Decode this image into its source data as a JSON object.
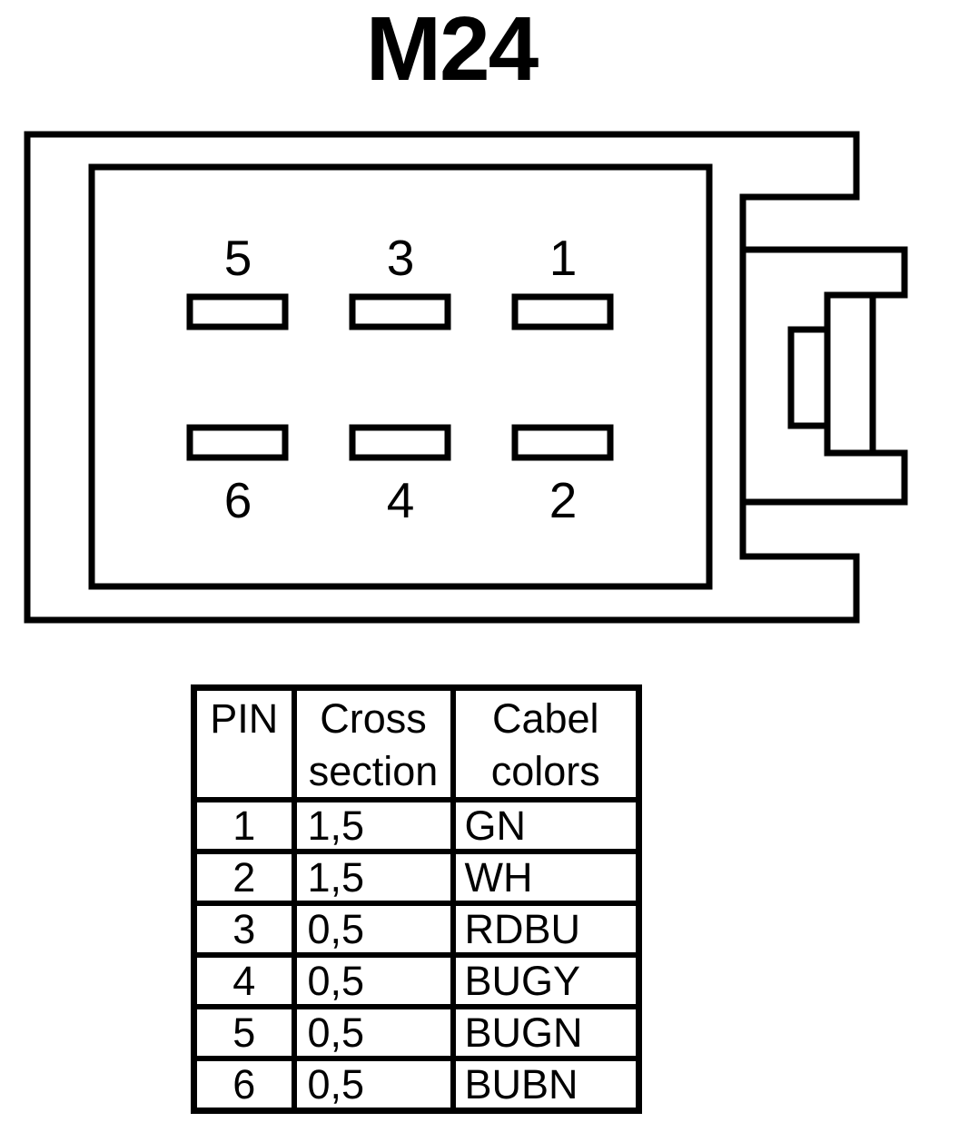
{
  "title": "M24",
  "connector": {
    "top_row_labels": [
      "5",
      "3",
      "1"
    ],
    "bottom_row_labels": [
      "6",
      "4",
      "2"
    ]
  },
  "table": {
    "headers": [
      "PIN",
      "Cross section",
      "Cabel colors"
    ],
    "rows": [
      {
        "pin": "1",
        "cross_section": "1,5",
        "cable_color": "GN"
      },
      {
        "pin": "2",
        "cross_section": "1,5",
        "cable_color": "WH"
      },
      {
        "pin": "3",
        "cross_section": "0,5",
        "cable_color": "RDBU"
      },
      {
        "pin": "4",
        "cross_section": "0,5",
        "cable_color": "BUGY"
      },
      {
        "pin": "5",
        "cross_section": "0,5",
        "cable_color": "BUGN"
      },
      {
        "pin": "6",
        "cross_section": "0,5",
        "cable_color": "BUBN"
      }
    ]
  },
  "colors": {
    "line": "#000000",
    "background": "#ffffff"
  }
}
